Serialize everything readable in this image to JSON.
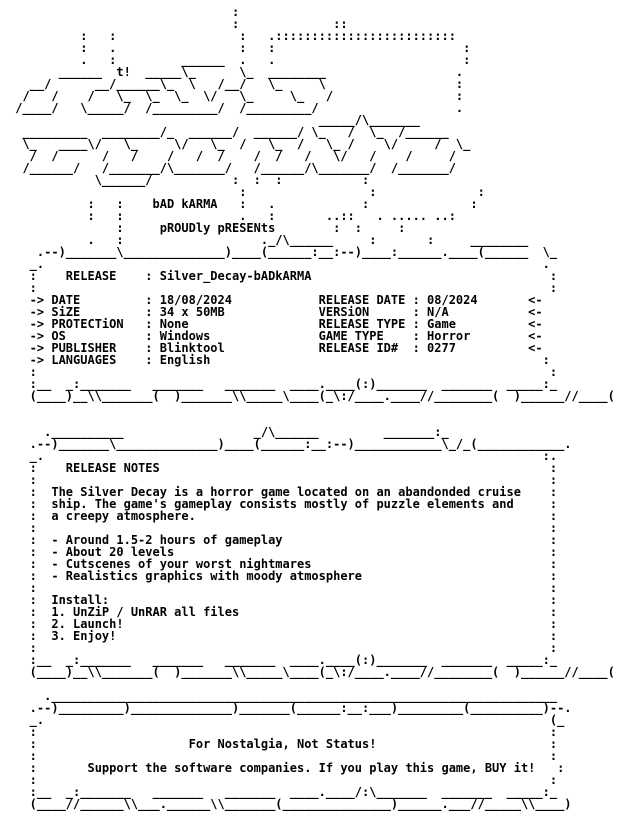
{
  "nfo": {
    "lines": [
      "                               :",
      "                               :             ::",
      "          :   :                 :   .:::::::::::::::::::::::::",
      "          :   .                 :   :                          :",
      "          .   :         ______  .   .                          :",
      "       ______  t!  _____\\_      \\_  ________                  .",
      "   __/      __/______\\_  \\   /__/   \\_     \\                  :",
      "  /   /    /   \\_  \\_  \\_  \\/   \\_     \\_   /                 :",
      " /____/   \\_____/  /_________/  /_________/                   .",
      "                                           _____/\\_______",
      "  _________  ________/_  ______/  ______/ \\_   /  \\_  /______",
      "  \\_   ____\\/   \\_     \\/   \\_  /   \\_  /   \\_ /    \\/     /  \\_",
      "   /  /      /   /    /   /  /    /  /   /   \\/   /    /     /",
      "  /______/   /_______/\\_______/   /______/\\_______/  /_______/",
      "            \\______/           :  :  :           :",
      "                                :                 :              :",
      "           :   :    bAD kARMA   :   .            :              :",
      "           :   :                .   :       ..::   . ..... ..:",
      "               :     pROUDly pRESENts        :  :     :",
      "           .   :                   ._/\\______     :       :     ________",
      "    .--)_______\\______________)____(______:__:--)____:______.____(______  \\_",
      "   _.                                                                     .",
      "   :    RELEASE    : Silver_Decay-bADkARMA                                 :",
      "   :                                                                       :",
      "   -> DATE         : 18/08/2024            RELEASE DATE : 08/2024       <-",
      "   -> SiZE         : 34 x 50MB             VERSiON      : N/A           <-",
      "   -> PROTECTiON   : None                  RELEASE TYPE : Game          <-",
      "   -> OS           : Windows               GAME TYPE    : Horror        <-",
      "   -> PUBLISHER    : Blinktool             RELEASE ID#  : 0277          <-",
      "   -> LANGUAGES    : English                                              :",
      "   :                                                                       :",
      "   :__  _:_______   _______   _______  ____.____(:)_______  _______  _____:_",
      "   (____)__\\\\_______(  )_______\\\\_____\\____(_\\:/____.____//________(  )______//____(",
      "",
      "",
      "     .__________                  _/\\______         _______:_",
      "   .--)_______\\______________)____(______:__:--)____________\\_/_(____________.",
      "   _.                                                                     :.",
      "   :    RELEASE NOTES                                                      :",
      "   :                                                                       :",
      "   :  The Silver Decay is a horror game located on an abandonded cruise    :",
      "   :  ship. The game's gameplay consists mostly of puzzle elements and     :",
      "   :  a creepy atmosphere.                                                 :",
      "   :                                                                       :",
      "   :  - Around 1.5-2 hours of gameplay                                     :",
      "   :  - About 20 levels                                                    :",
      "   :  - Cutscenes of your worst nightmares                                 :",
      "   :  - Realistics graphics with moody atmosphere                          :",
      "   :                                                                       :",
      "   :  Install:                                                             :",
      "   :  1. UnZiP / UnRAR all files                                           :",
      "   :  2. Launch!                                                           :",
      "   :  3. Enjoy!                                                            :",
      "   :                                                                       :",
      "   :__  _:_______   _______   _______  ____.____(:)_______  _______  _____:_",
      "   (____)__\\\\_______(  )_______\\\\_____\\____(_\\:/____.____//________(  )______//____(",
      "",
      "     .______________________________________________________________________",
      "   .--)_________)______________)_______(______:__:___)_________(__________)--.",
      "   _.                                                                      (_",
      "   :                                                                       :",
      "   :                     For Nostalgia, Not Status!                        :",
      "   :                                                                       :",
      "   :       Support the software companies. If you play this game, BUY it!   :",
      "   :                                                                       :",
      "   :__  _:_______   _______   _______  ____.____/:\\_______  _______  _____:_",
      "   (____//______\\\\___.______\\\\_______(_______________)______.___//_____\\\\____)"
    ]
  }
}
